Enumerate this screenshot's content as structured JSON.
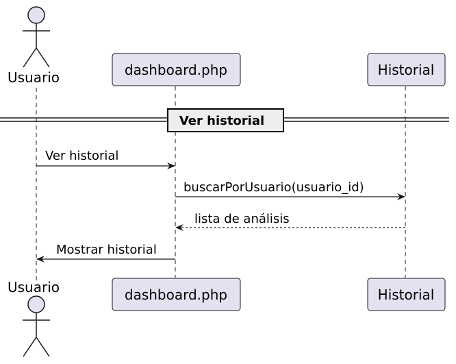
{
  "participants": {
    "usuario": {
      "label": "Usuario",
      "kind": "actor"
    },
    "dashboard": {
      "label": "dashboard.php",
      "kind": "participant"
    },
    "historial": {
      "label": "Historial",
      "kind": "participant"
    }
  },
  "divider": {
    "label": "Ver historial"
  },
  "messages": [
    {
      "from": "Usuario",
      "to": "dashboard.php",
      "label": "Ver historial",
      "style": "solid"
    },
    {
      "from": "dashboard.php",
      "to": "Historial",
      "label": "buscarPorUsuario(usuario_id)",
      "style": "solid"
    },
    {
      "from": "Historial",
      "to": "dashboard.php",
      "label": "lista de análisis",
      "style": "dashed"
    },
    {
      "from": "dashboard.php",
      "to": "Usuario",
      "label": "Mostrar historial",
      "style": "solid"
    }
  ],
  "colors": {
    "participant_fill": "#E2E2F0",
    "participant_stroke": "#181818",
    "lifeline": "#181818",
    "arrow": "#181818"
  }
}
